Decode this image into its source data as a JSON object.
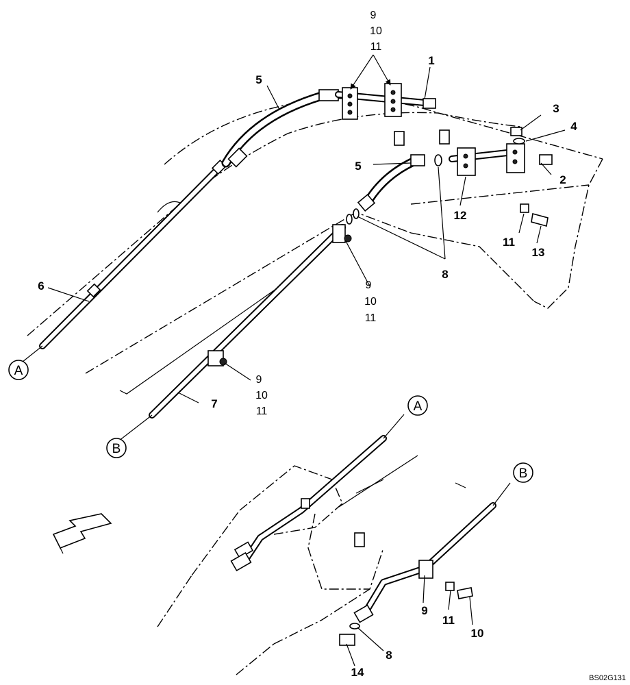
{
  "labels": {
    "c9a": "9",
    "c10a": "10",
    "c11a": "11",
    "p1": "1",
    "p2": "2",
    "p3": "3",
    "p4": "4",
    "p5a": "5",
    "p5b": "5",
    "p6": "6",
    "p7": "7",
    "p8a": "8",
    "c9b": "9",
    "c10b": "10",
    "c11b": "11",
    "c9c": "9",
    "c10c": "10",
    "c11c": "11",
    "p11a": "11",
    "p12": "12",
    "p13": "13",
    "p9d": "9",
    "p11d": "11",
    "p10d": "10",
    "p8d": "8",
    "p14": "14"
  },
  "refs": {
    "a_top": "A",
    "b_top": "B",
    "a_bottom": "A",
    "b_bottom": "B"
  },
  "caption": "BS02G131"
}
